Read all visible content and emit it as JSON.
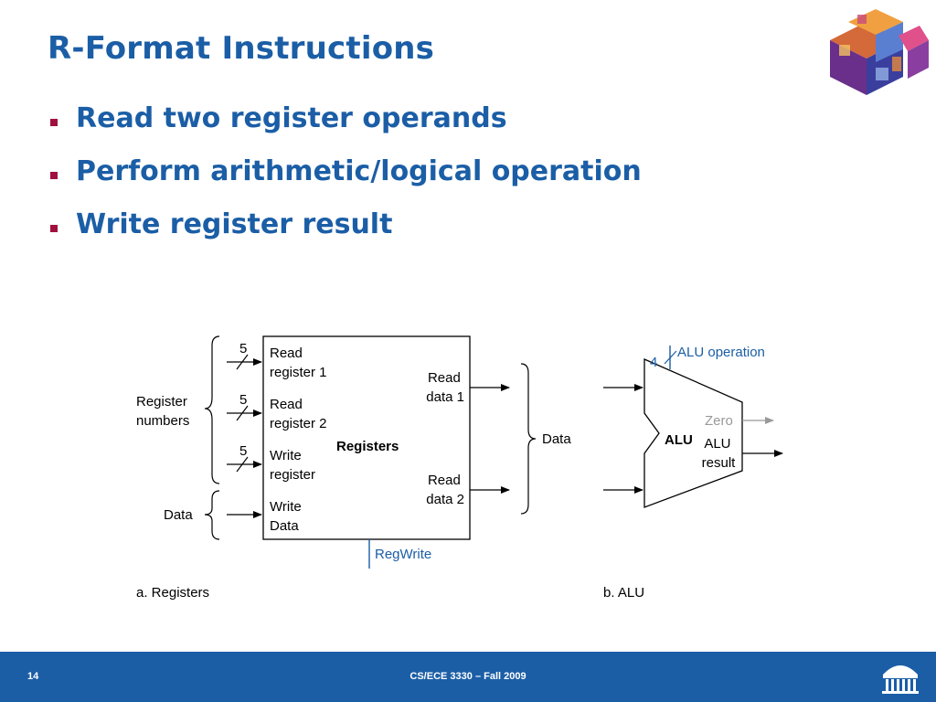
{
  "slide": {
    "title": "R-Format Instructions",
    "bullets": [
      "Read two register operands",
      "Perform arithmetic/logical operation",
      "Write register result"
    ]
  },
  "registers_diagram": {
    "box_title": "Registers",
    "input_width": "5",
    "inputs": [
      "Read\nregister 1",
      "Read\nregister 2",
      "Write\nregister",
      "Write\nData"
    ],
    "outputs": [
      "Read\ndata 1",
      "Read\ndata 2"
    ],
    "left_group_label": "Register\nnumbers",
    "left_data_label": "Data",
    "right_group_label": "Data",
    "control": "RegWrite",
    "caption": "a. Registers"
  },
  "alu_diagram": {
    "label": "ALU",
    "op_width": "4",
    "operation": "ALU operation",
    "zero": "Zero",
    "result": "ALU\nresult",
    "caption": "b. ALU"
  },
  "footer": {
    "page_number": "14",
    "course": "CS/ECE 3330 – Fall 2009"
  },
  "colors": {
    "title_blue": "#1b5ea6",
    "bullet_red": "#a0103f",
    "diagram_blue": "#1b5ea6",
    "footer_blue": "#1b5ea6"
  },
  "icons": [
    "cube-logo-icon",
    "university-rotunda-icon"
  ]
}
